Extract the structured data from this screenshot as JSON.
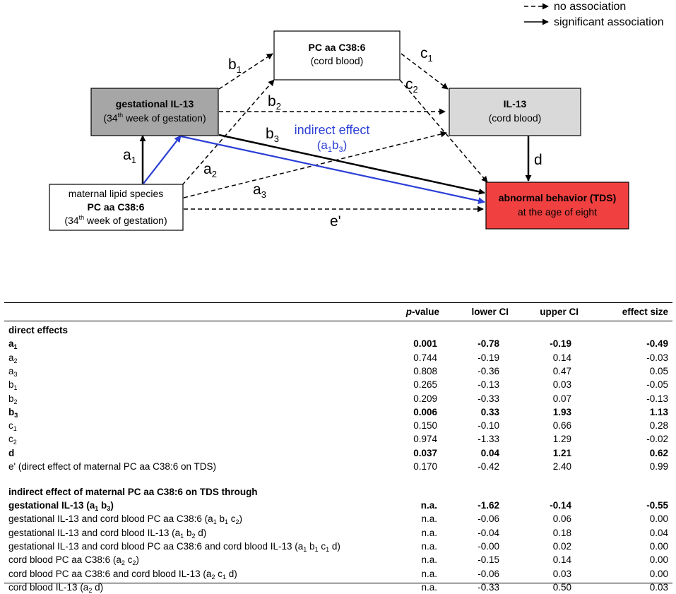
{
  "legend": {
    "dashed_label": "no association",
    "solid_label": "significant association"
  },
  "nodes": {
    "cord_pc": {
      "title": "PC aa C38:6",
      "subtitle": "(cord blood)"
    },
    "gest_il13": {
      "title": "gestational IL-13",
      "sub_pre": "(34",
      "sub_sup": "th",
      "sub_post": " week of gestation)"
    },
    "cord_il13": {
      "title": "IL-13",
      "subtitle": "(cord blood)"
    },
    "maternal": {
      "line1": "maternal lipid species",
      "title": "PC aa C38:6",
      "sub_pre": "(34",
      "sub_sup": "th",
      "sub_post": " week of gestation)"
    },
    "outcome": {
      "title": "abnormal behavior (TDS)",
      "subtitle": "at the age of eight"
    }
  },
  "labels": {
    "a1": {
      "base": "a",
      "sub": "1"
    },
    "a2": {
      "base": "a",
      "sub": "2"
    },
    "a3": {
      "base": "a",
      "sub": "3"
    },
    "b1": {
      "base": "b",
      "sub": "1"
    },
    "b2": {
      "base": "b",
      "sub": "2"
    },
    "b3": {
      "base": "b",
      "sub": "3"
    },
    "c1": {
      "base": "c",
      "sub": "1"
    },
    "c2": {
      "base": "c",
      "sub": "2"
    },
    "d": "d",
    "e_prime": "e'",
    "indirect_line1": "indirect effect",
    "indirect_open": "(a",
    "indirect_sub1": "1",
    "indirect_mid": "b",
    "indirect_sub2": "3",
    "indirect_close": ")"
  },
  "colors": {
    "gest_il13_fill": "#a6a6a6",
    "cord_il13_fill": "#d9d9d9",
    "outcome_fill": "#f04040",
    "indirect_blue": "#2b3fd6"
  },
  "table": {
    "headers": {
      "p": "p",
      "p_suffix": "-value",
      "lower": "lower CI",
      "upper": "upper CI",
      "effect": "effect size"
    },
    "direct_title": "direct effects",
    "direct_rows": [
      {
        "base": "a",
        "sub": "1",
        "p": "0.001",
        "lower": "-0.78",
        "upper": "-0.19",
        "effect": "-0.49",
        "bold": true
      },
      {
        "base": "a",
        "sub": "2",
        "p": "0.744",
        "lower": "-0.19",
        "upper": "0.14",
        "effect": "-0.03"
      },
      {
        "base": "a",
        "sub": "3",
        "p": "0.808",
        "lower": "-0.36",
        "upper": "0.47",
        "effect": "0.05"
      },
      {
        "base": "b",
        "sub": "1",
        "p": "0.265",
        "lower": "-0.13",
        "upper": "0.03",
        "effect": "-0.05"
      },
      {
        "base": "b",
        "sub": "2",
        "p": "0.209",
        "lower": "-0.33",
        "upper": "0.07",
        "effect": "-0.13"
      },
      {
        "base": "b",
        "sub": "3",
        "p": "0.006",
        "lower": "0.33",
        "upper": "1.93",
        "effect": "1.13",
        "bold": true
      },
      {
        "base": "c",
        "sub": "1",
        "p": "0.150",
        "lower": "-0.10",
        "upper": "0.66",
        "effect": "0.28"
      },
      {
        "base": "c",
        "sub": "2",
        "p": "0.974",
        "lower": "-1.33",
        "upper": "1.29",
        "effect": "-0.02"
      },
      {
        "base": "d",
        "sub": "",
        "p": "0.037",
        "lower": "0.04",
        "upper": "1.21",
        "effect": "0.62",
        "bold": true
      },
      {
        "base": "e' (direct effect of maternal PC aa C38:6 on TDS)",
        "sub": "",
        "p": "0.170",
        "lower": "-0.42",
        "upper": "2.40",
        "effect": "0.99"
      }
    ],
    "indirect_title": "indirect effect of maternal PC aa C38:6 on TDS through",
    "indirect_rows": [
      {
        "parts": [
          [
            "gestational IL-13 (a",
            "1"
          ],
          [
            " b",
            "3"
          ],
          [
            ")",
            ""
          ]
        ],
        "p": "n.a.",
        "lower": "-1.62",
        "upper": "-0.14",
        "effect": "-0.55",
        "bold": true
      },
      {
        "parts": [
          [
            "gestational IL-13 and cord blood PC aa C38:6 (a",
            "1"
          ],
          [
            " b",
            "1"
          ],
          [
            " c",
            "2"
          ],
          [
            ")",
            ""
          ]
        ],
        "p": "n.a.",
        "lower": "-0.06",
        "upper": "0.06",
        "effect": "0.00"
      },
      {
        "parts": [
          [
            "gestational IL-13 and cord blood IL-13 (a",
            "1"
          ],
          [
            " b",
            "2"
          ],
          [
            " d)",
            ""
          ]
        ],
        "p": "n.a.",
        "lower": "-0.04",
        "upper": "0.18",
        "effect": "0.04"
      },
      {
        "parts": [
          [
            "gestational IL-13 and cord blood PC aa C38:6 and cord blood IL-13 (a",
            "1"
          ],
          [
            " b",
            "1"
          ],
          [
            " c",
            "1"
          ],
          [
            " d)",
            ""
          ]
        ],
        "p": "n.a.",
        "lower": "-0.00",
        "upper": "0.02",
        "effect": "0.00"
      },
      {
        "parts": [
          [
            "cord blood PC aa C38:6 (a",
            "2"
          ],
          [
            " c",
            "2"
          ],
          [
            ")",
            ""
          ]
        ],
        "p": "n.a.",
        "lower": "-0.15",
        "upper": "0.14",
        "effect": "0.00"
      },
      {
        "parts": [
          [
            "cord blood PC aa C38:6 and cord blood IL-13 (a",
            "2"
          ],
          [
            " c",
            "1"
          ],
          [
            " d)",
            ""
          ]
        ],
        "p": "n.a.",
        "lower": "-0.06",
        "upper": "0.03",
        "effect": "0.00"
      },
      {
        "parts": [
          [
            "cord blood IL-13 (a",
            "2"
          ],
          [
            " d)",
            ""
          ]
        ],
        "p": "n.a.",
        "lower": "-0.33",
        "upper": "0.50",
        "effect": "0.03"
      }
    ]
  }
}
